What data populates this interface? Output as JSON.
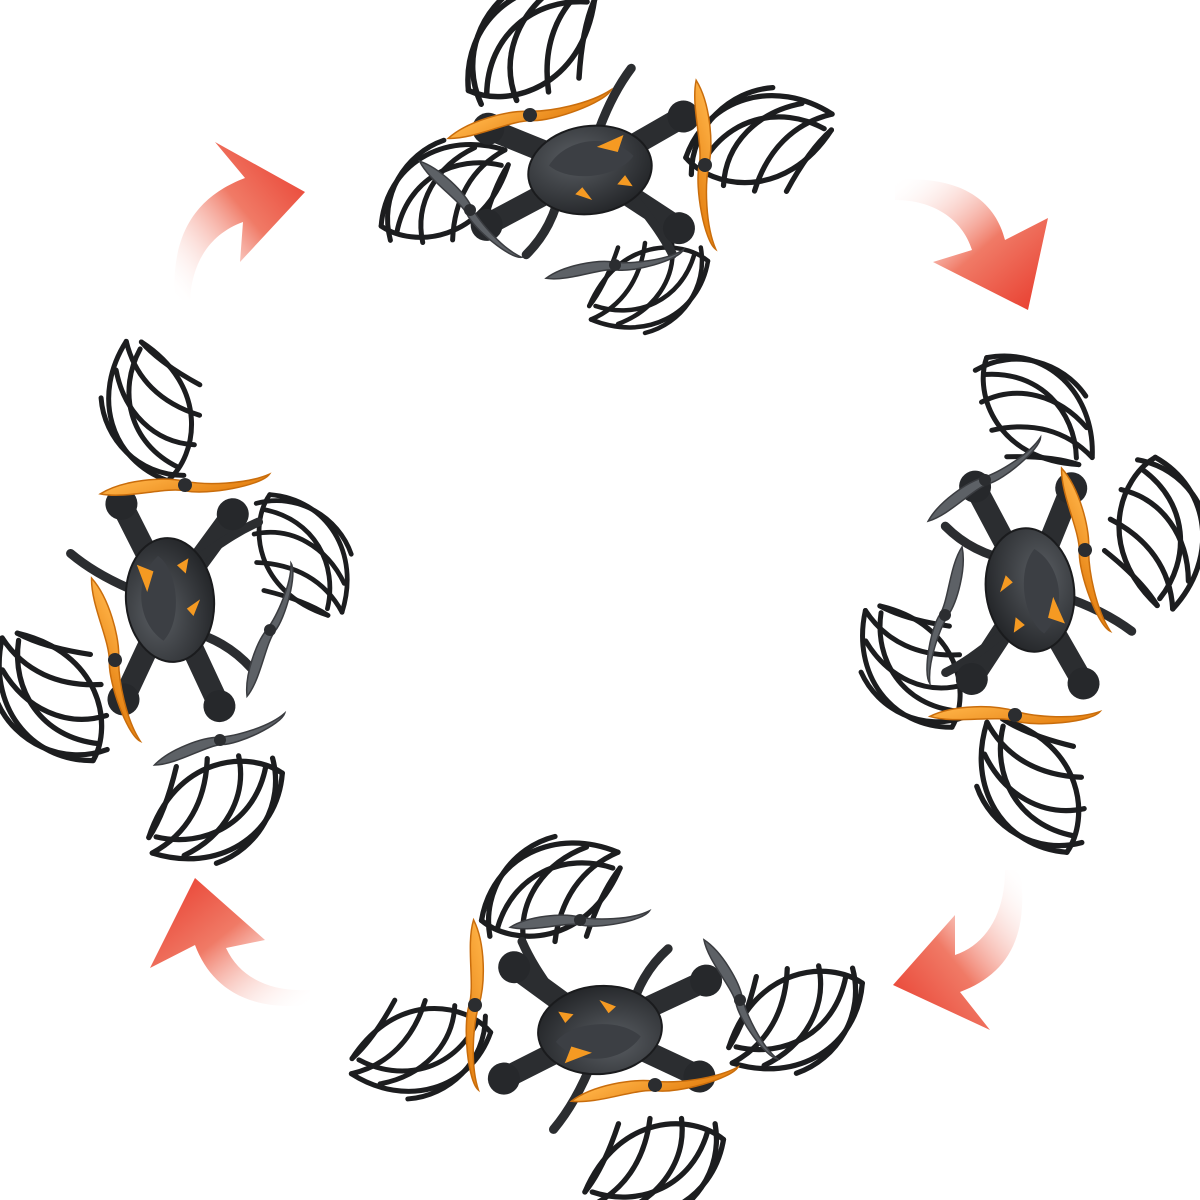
{
  "scene": {
    "description_key": "drone-360-rotation",
    "background_color": "#ffffff"
  },
  "colors": {
    "drone_body": "#2b2d30",
    "drone_body_highlight": "#4a4d52",
    "cage": "#1c1d1f",
    "propeller_orange": "#f2921c",
    "propeller_orange_dark": "#c96d0c",
    "propeller_gray": "#5d6166",
    "body_trim_orange": "#f59a22",
    "arrow_red": "#e8392b",
    "arrow_fade": "#ffffff"
  },
  "drones": [
    {
      "id": "drone-top",
      "rotation": 0
    },
    {
      "id": "drone-right",
      "rotation": 90
    },
    {
      "id": "drone-bottom",
      "rotation": 180
    },
    {
      "id": "drone-left",
      "rotation": 270
    }
  ],
  "arrows": [
    {
      "id": "arrow-top-right",
      "direction": "clockwise"
    },
    {
      "id": "arrow-bottom-right",
      "direction": "clockwise"
    },
    {
      "id": "arrow-bottom-left",
      "direction": "clockwise"
    },
    {
      "id": "arrow-top-left",
      "direction": "clockwise"
    }
  ]
}
